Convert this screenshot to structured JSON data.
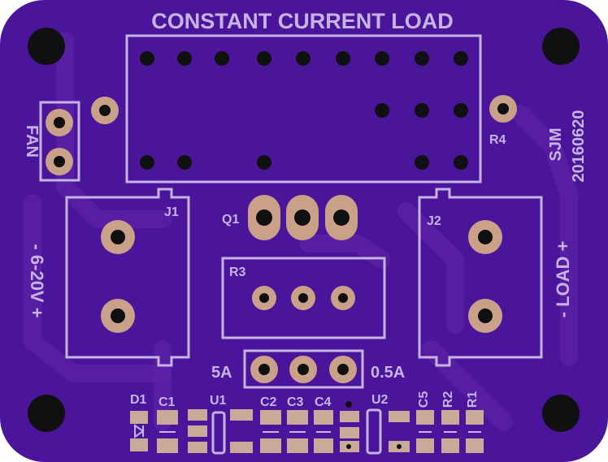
{
  "board": {
    "title": "CONSTANT CURRENT LOAD",
    "author": "SJM",
    "date": "20160620",
    "colors": {
      "board": "#4a159a",
      "silkscreen": "#c7b3e6",
      "copper_pad": "#caa088",
      "drill": "#101010"
    }
  },
  "labels": {
    "fan": "FAN",
    "input": "- 6-20V +",
    "load": "- LOAD +",
    "j1": "J1",
    "j2": "J2",
    "q1": "Q1",
    "r3": "R3",
    "r4": "R4",
    "range_high": "5A",
    "range_low": "0.5A",
    "d1": "D1",
    "c1": "C1",
    "u1": "U1",
    "c2": "C2",
    "c3": "C3",
    "c4": "C4",
    "u2": "U2",
    "c5": "C5",
    "r2": "R2",
    "r1": "R1"
  }
}
